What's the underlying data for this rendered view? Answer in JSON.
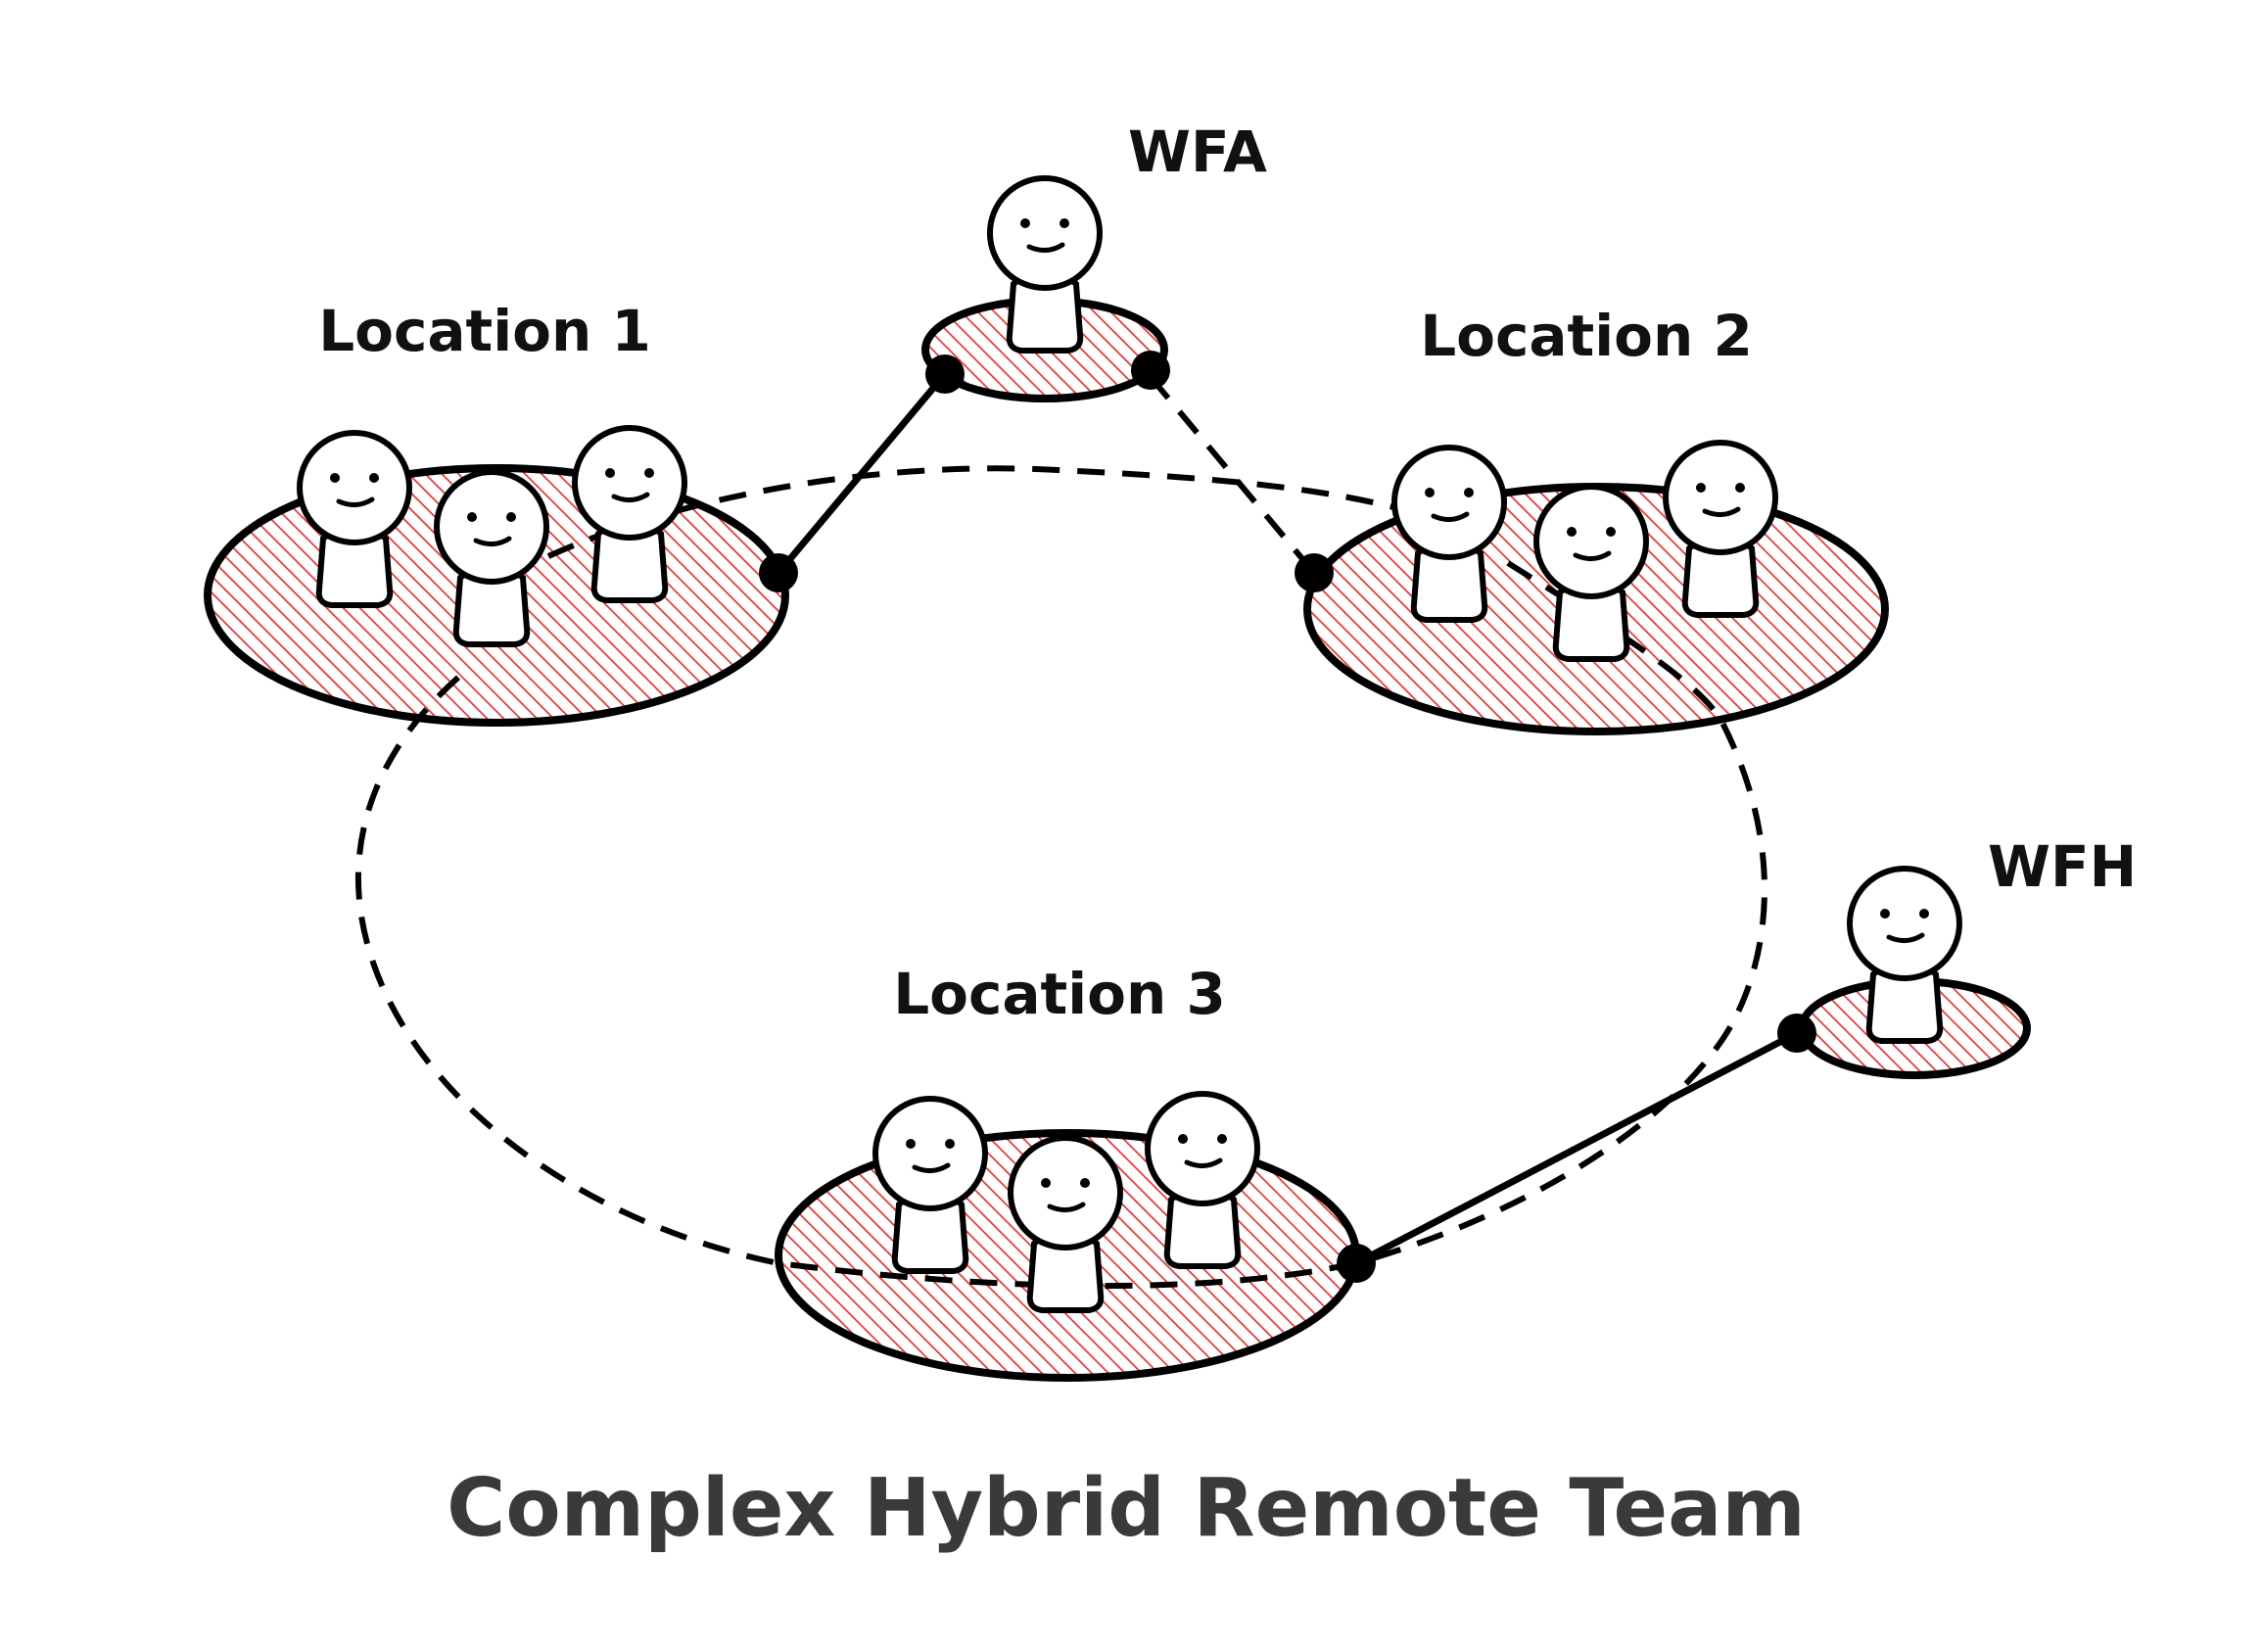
{
  "diagram": {
    "title": "Complex Hybrid Remote Team",
    "colors": {
      "hatch": "#e03a3a",
      "ink": "#000000",
      "caption": "#3a3a3a",
      "background": "#ffffff"
    },
    "nodes": [
      {
        "id": "location-1",
        "label": "Location 1",
        "people": 3
      },
      {
        "id": "wfa",
        "label": "WFA",
        "people": 1
      },
      {
        "id": "location-2",
        "label": "Location 2",
        "people": 3
      },
      {
        "id": "location-3",
        "label": "Location 3",
        "people": 3
      },
      {
        "id": "wfh",
        "label": "WFH",
        "people": 1
      }
    ],
    "links": [
      {
        "from": "location-1",
        "to": "wfa",
        "style": "solid"
      },
      {
        "from": "wfa",
        "to": "location-2",
        "style": "dashed"
      },
      {
        "from": "location-3",
        "to": "wfh",
        "style": "solid"
      },
      {
        "from": "location-1",
        "to": "location-2",
        "style": "dashed"
      },
      {
        "from": "location-2",
        "to": "location-3",
        "style": "dashed"
      },
      {
        "from": "location-3",
        "to": "location-1",
        "style": "dashed"
      }
    ]
  }
}
